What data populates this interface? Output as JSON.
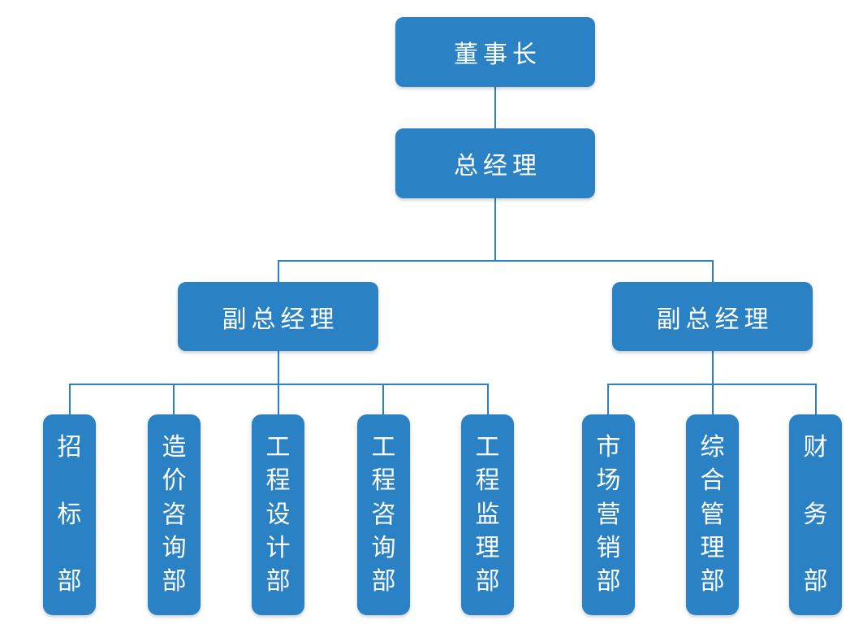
{
  "diagram": {
    "type": "org-chart",
    "accent_color": "#2A82C5",
    "text_color": "#FFFFFF",
    "background_color": "#FFFFFF",
    "nodes": {
      "chairman": "董事长",
      "general_manager": "总经理",
      "deputy_left": "副总经理",
      "deputy_right": "副总经理"
    },
    "departments_left": [
      "招标部",
      "造价咨询部",
      "工程设计部",
      "工程咨询部",
      "工程监理部"
    ],
    "departments_right": [
      "市场营销部",
      "综合管理部",
      "财务部"
    ]
  }
}
